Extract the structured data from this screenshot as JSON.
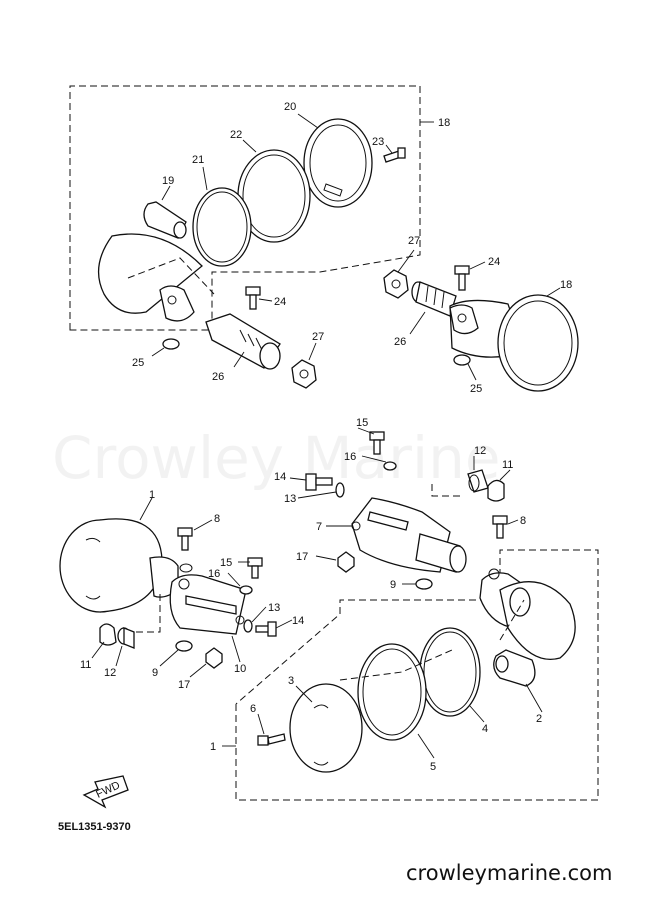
{
  "watermark": "Crowley Marine",
  "website": "crowleymarine.com",
  "diagram_code": "5EL1351-9370",
  "fwd_label": "FWD",
  "callouts": {
    "top": {
      "c18a": "18",
      "c20": "20",
      "c22": "22",
      "c21": "21",
      "c19": "19",
      "c23": "23",
      "c24a": "24",
      "c25a": "25",
      "c26a": "26",
      "c27a": "27",
      "c27b": "27",
      "c24b": "24",
      "c18b": "18",
      "c26b": "26",
      "c25b": "25"
    },
    "bottom": {
      "c15a": "15",
      "c16a": "16",
      "c12a": "12",
      "c11a": "11",
      "c14a": "14",
      "c13a": "13",
      "c7": "7",
      "c17a": "17",
      "c8b": "8",
      "c9b": "9",
      "c1a": "1",
      "c8a": "8",
      "c15b": "15",
      "c16b": "16",
      "c13b": "13",
      "c14b": "14",
      "c11b": "11",
      "c12b": "12",
      "c9a": "9",
      "c10": "10",
      "c17b": "17",
      "c3": "3",
      "c6": "6",
      "c1b": "1",
      "c4": "4",
      "c5": "5",
      "c2": "2"
    }
  }
}
